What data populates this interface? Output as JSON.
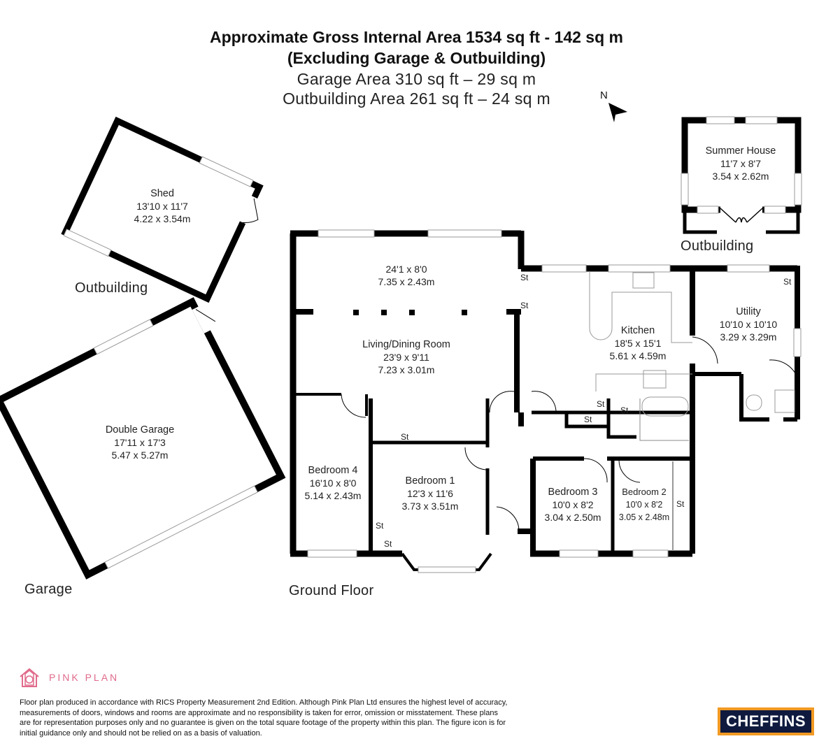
{
  "header": {
    "line1": "Approximate Gross Internal Area 1534 sq ft - 142 sq m",
    "line2": "(Excluding Garage & Outbuilding)",
    "line3": "Garage Area 310 sq ft – 29 sq m",
    "line4": "Outbuilding Area 261 sq ft – 24 sq m"
  },
  "compass": {
    "label": "N",
    "icon": "north-arrow-icon"
  },
  "sections": {
    "outbuilding_shed": "Outbuilding",
    "outbuilding_summer": "Outbuilding",
    "garage": "Garage",
    "ground_floor": "Ground Floor"
  },
  "rooms": {
    "shed": {
      "name": "Shed",
      "imperial": "13'10 x 11'7",
      "metric": "4.22 x 3.54m"
    },
    "summer_house": {
      "name": "Summer House",
      "imperial": "11'7 x 8'7",
      "metric": "3.54 x 2.62m"
    },
    "double_garage": {
      "name": "Double Garage",
      "imperial": "17'11 x 17'3",
      "metric": "5.47 x 5.27m"
    },
    "living_upper": {
      "imperial": "24'1 x 8'0",
      "metric": "7.35 x 2.43m"
    },
    "living_dining": {
      "name": "Living/Dining Room",
      "imperial": "23'9 x 9'11",
      "metric": "7.23 x 3.01m"
    },
    "kitchen": {
      "name": "Kitchen",
      "imperial": "18'5 x 15'1",
      "metric": "5.61 x 4.59m"
    },
    "utility": {
      "name": "Utility",
      "imperial": "10'10 x 10'10",
      "metric": "3.29 x 3.29m"
    },
    "bedroom4": {
      "name": "Bedroom 4",
      "imperial": "16'10 x 8'0",
      "metric": "5.14 x 2.43m"
    },
    "bedroom1": {
      "name": "Bedroom 1",
      "imperial": "12'3 x 11'6",
      "metric": "3.73 x 3.51m"
    },
    "bedroom3": {
      "name": "Bedroom 3",
      "imperial": "10'0 x 8'2",
      "metric": "3.04 x 2.50m"
    },
    "bedroom2": {
      "name": "Bedroom 2",
      "imperial": "10'0 x 8'2",
      "metric": "3.05 x 2.48m"
    }
  },
  "storage_label": "St",
  "footer": {
    "brand": "PINK PLAN",
    "disclaimer": "Floor plan produced in accordance with RICS Property Measurement 2nd Edition. Although Pink Plan Ltd ensures the highest level of accuracy, measurements of doors, windows and rooms are approximate and no responsibility is taken for error, omission or misstatement. These plans are for representation purposes only and no guarantee is given on the total square footage of the property within this plan. The figure icon is for initial guidance only and should not be relied on as a basis of valuation.",
    "agent_logo": "CHEFFINS"
  },
  "colors": {
    "wall": "#000000",
    "brand_pink": "#e06b8b",
    "agent_navy": "#0f1a3e",
    "agent_orange": "#f29a24"
  }
}
